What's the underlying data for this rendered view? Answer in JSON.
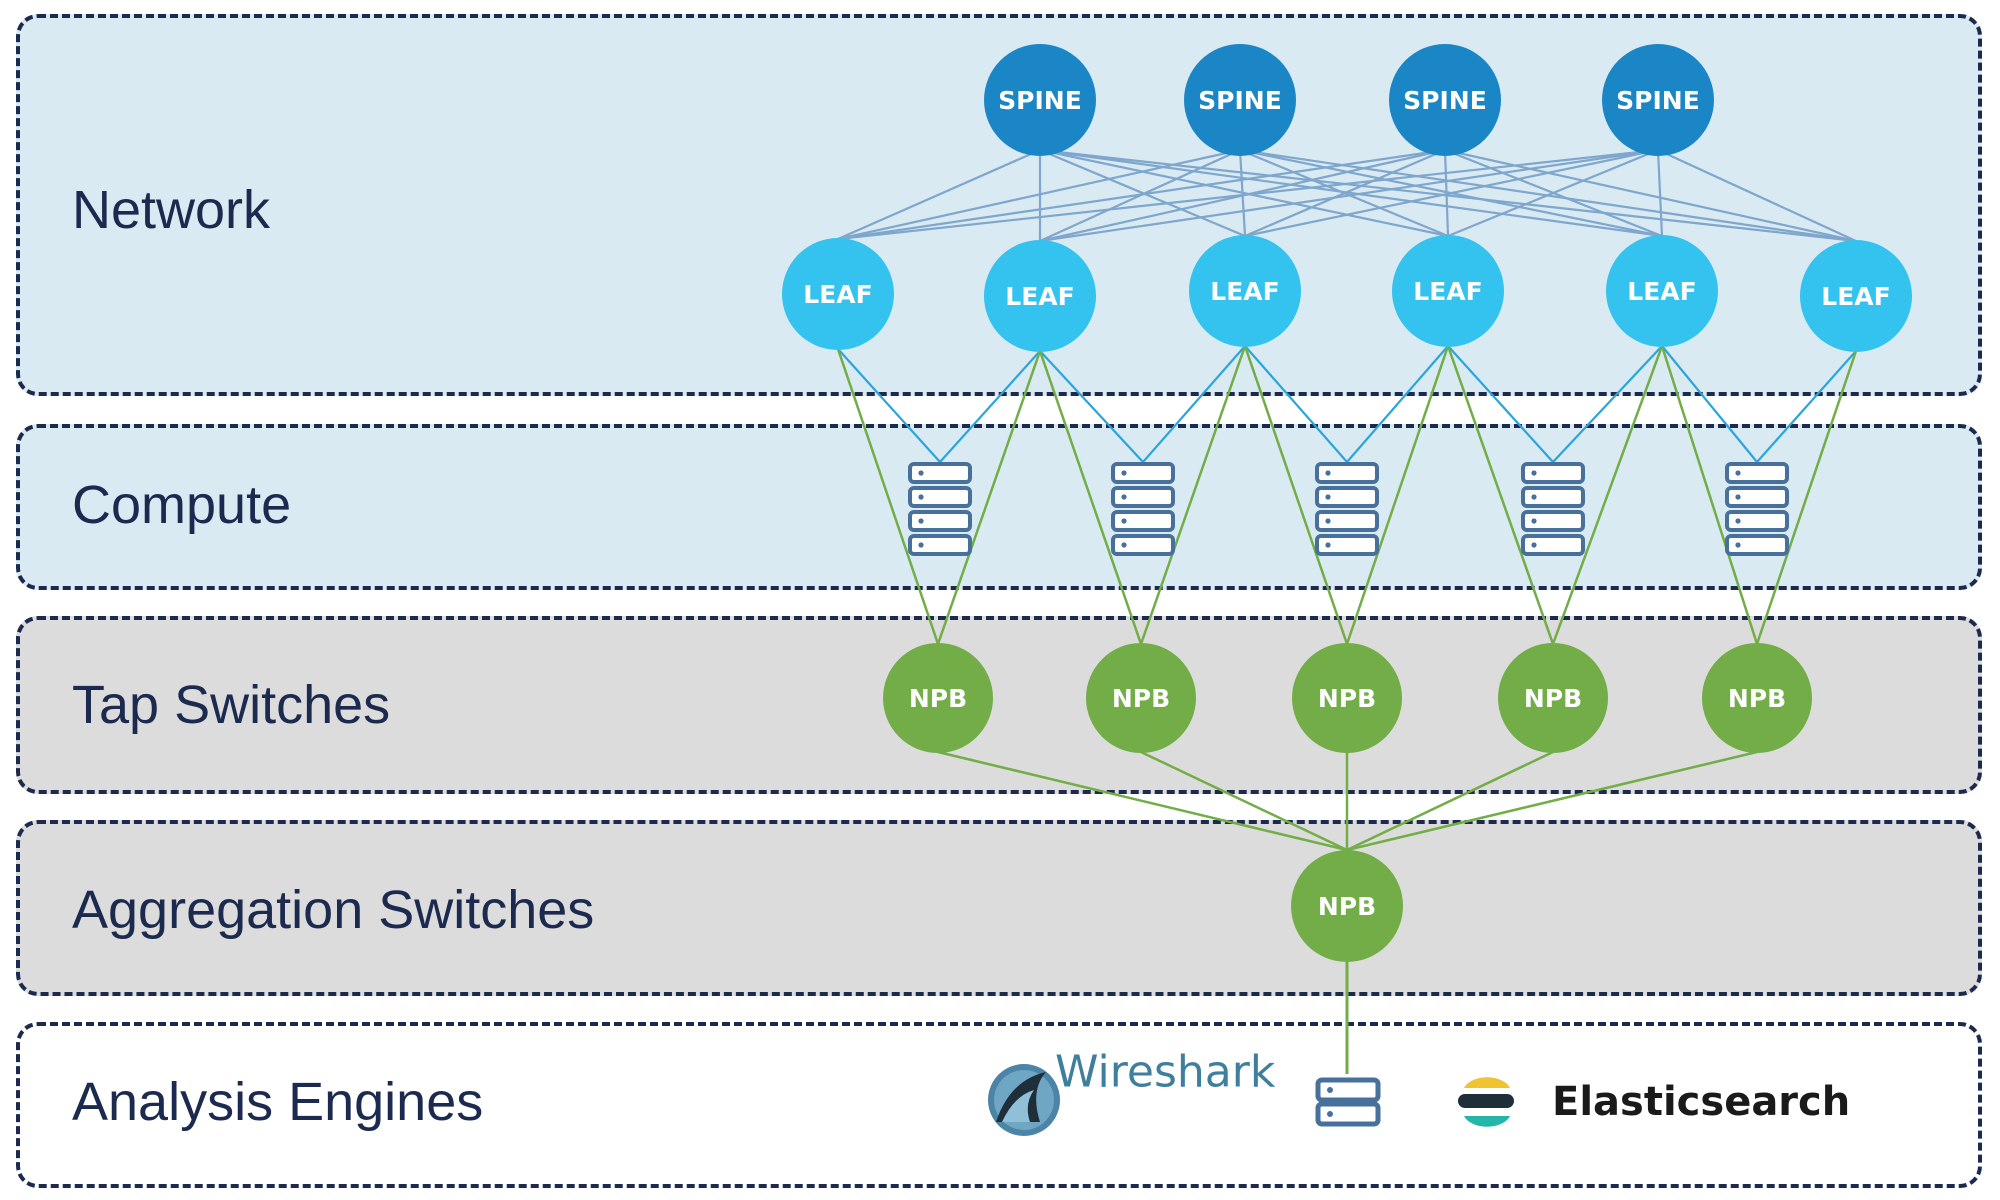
{
  "bands": [
    {
      "id": "network",
      "label": "Network"
    },
    {
      "id": "compute",
      "label": "Compute"
    },
    {
      "id": "tap",
      "label": "Tap Switches"
    },
    {
      "id": "aggregation",
      "label": "Aggregation Switches"
    },
    {
      "id": "analysis",
      "label": "Analysis Engines"
    }
  ],
  "nodes": {
    "spine_label": "SPINE",
    "leaf_label": "LEAF",
    "npb_label": "NPB"
  },
  "analysis": {
    "wireshark_label": "Wireshark",
    "elasticsearch_label": "Elasticsearch"
  },
  "colors": {
    "spine": "#1a86c6",
    "leaf": "#34c2ee",
    "npb": "#72ad47",
    "spine_leaf_link": "#7fa6cc",
    "leaf_server_link": "#2aa5dc",
    "npb_link": "#72ad47",
    "server_icon": "#47709b",
    "band_blue": "#d9eaf3",
    "band_gray": "#dcdcdc",
    "band_border": "#1b2a4e"
  }
}
